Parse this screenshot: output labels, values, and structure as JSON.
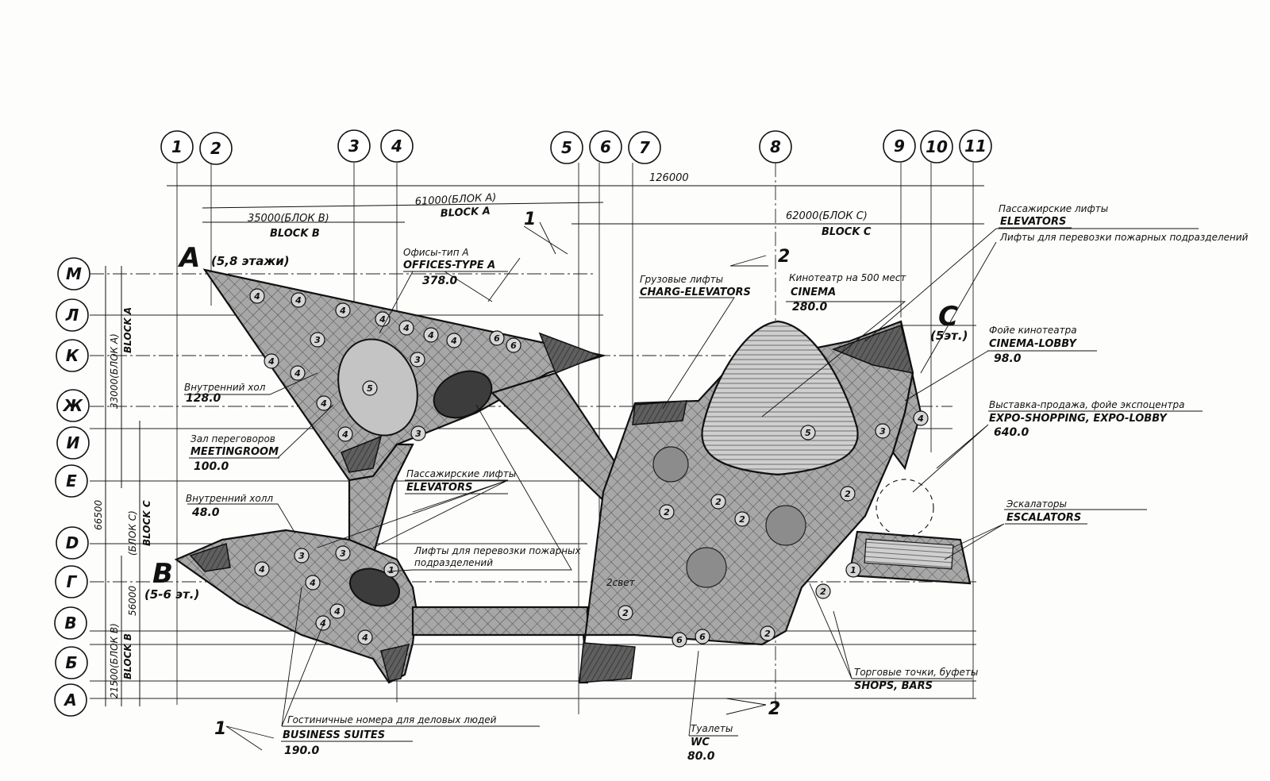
{
  "axes_vertical": [
    "1",
    "2",
    "3",
    "4",
    "5",
    "6",
    "7",
    "8",
    "9",
    "10",
    "11"
  ],
  "axes_horizontal": [
    "М",
    "Л",
    "К",
    "Ж",
    "И",
    "Е",
    "D",
    "Г",
    "В",
    "Б",
    "А"
  ],
  "dimensions": {
    "total": "126000",
    "block_a_ru": "61000(БЛОК А)",
    "block_a_en": "BLOCK A",
    "block_b_ru": "35000(БЛОК B)",
    "block_b_en": "BLOCK B",
    "block_c_ru": "62000(БЛОК C)",
    "block_c_en": "BLOCK C",
    "left_33000": "33000(БЛОК А)",
    "left_block_a": "BLOCK A",
    "left_66500": "66500",
    "left_block_c_ru": "(БЛОК С)",
    "left_block_c_en": "BLOCK C",
    "left_56000": "56000",
    "left_21500": "21500(БЛОК В)",
    "left_block_b": "BLOCK B"
  },
  "blocks": {
    "a_letter": "A",
    "a_floors": "(5,8 этажи)",
    "b_letter": "B",
    "b_floors": "(5-6 эт.)",
    "c_letter": "C",
    "c_floors": "(5эт.)"
  },
  "section_marks": {
    "one": "1",
    "two": "2"
  },
  "labels": {
    "offices": {
      "ru": "Офисы-тип А",
      "en": "OFFICES-TYPE A",
      "area": "378.0"
    },
    "inner_room": {
      "ru": "Внутренний хол",
      "area": "128.0"
    },
    "meeting": {
      "ru": "Зал переговоров",
      "en": "MEETINGROOM",
      "area": "100.0"
    },
    "inner_hall": {
      "ru": "Внутренний холл",
      "area": "48.0"
    },
    "elevators_mid": {
      "ru": "Пассажирские лифты",
      "en": "ELEVATORS"
    },
    "fire_lifts_mid": {
      "ru1": "Лифты для перевозки пожарных",
      "ru2": "подразделений"
    },
    "charg": {
      "ru": "Грузовые лифты",
      "en": "CHARG-ELEVATORS"
    },
    "cinema": {
      "ru": "Кинотеатр на 500 мест",
      "en": "CINEMA",
      "area": "280.0"
    },
    "elevators_right": {
      "ru": "Пассажирские лифты",
      "en": "ELEVATORS"
    },
    "fire_lifts_right": {
      "ru": "Лифты для перевозки пожарных подразделений"
    },
    "cinema_lobby": {
      "ru": "Фойе кинотеатра",
      "en": "CINEMA-LOBBY",
      "area": "98.0"
    },
    "expo": {
      "ru": "Выставка-продажа, фойе экспоцентра",
      "en": "EXPO-SHOPPING, EXPO-LOBBY",
      "area": "640.0"
    },
    "escalators": {
      "ru": "Эскалаторы",
      "en": "ESCALATORS"
    },
    "second_light": {
      "ru": "2свет"
    },
    "shops": {
      "ru": "Торговые точки, буфеты",
      "en": "SHOPS, BARS"
    },
    "wc": {
      "ru": "Туалеты",
      "en": "WC",
      "area": "80.0"
    },
    "suites": {
      "ru": "Гостиничные номера для деловых людей",
      "en": "BUSINESS SUITES",
      "area": "190.0"
    }
  },
  "room_tags": [
    "1",
    "2",
    "3",
    "4",
    "5",
    "6"
  ],
  "colors": {
    "ink": "#111111",
    "tone": "#a9a9a9",
    "tone_dark": "#6e6e6e",
    "paper": "#fdfdfc"
  }
}
